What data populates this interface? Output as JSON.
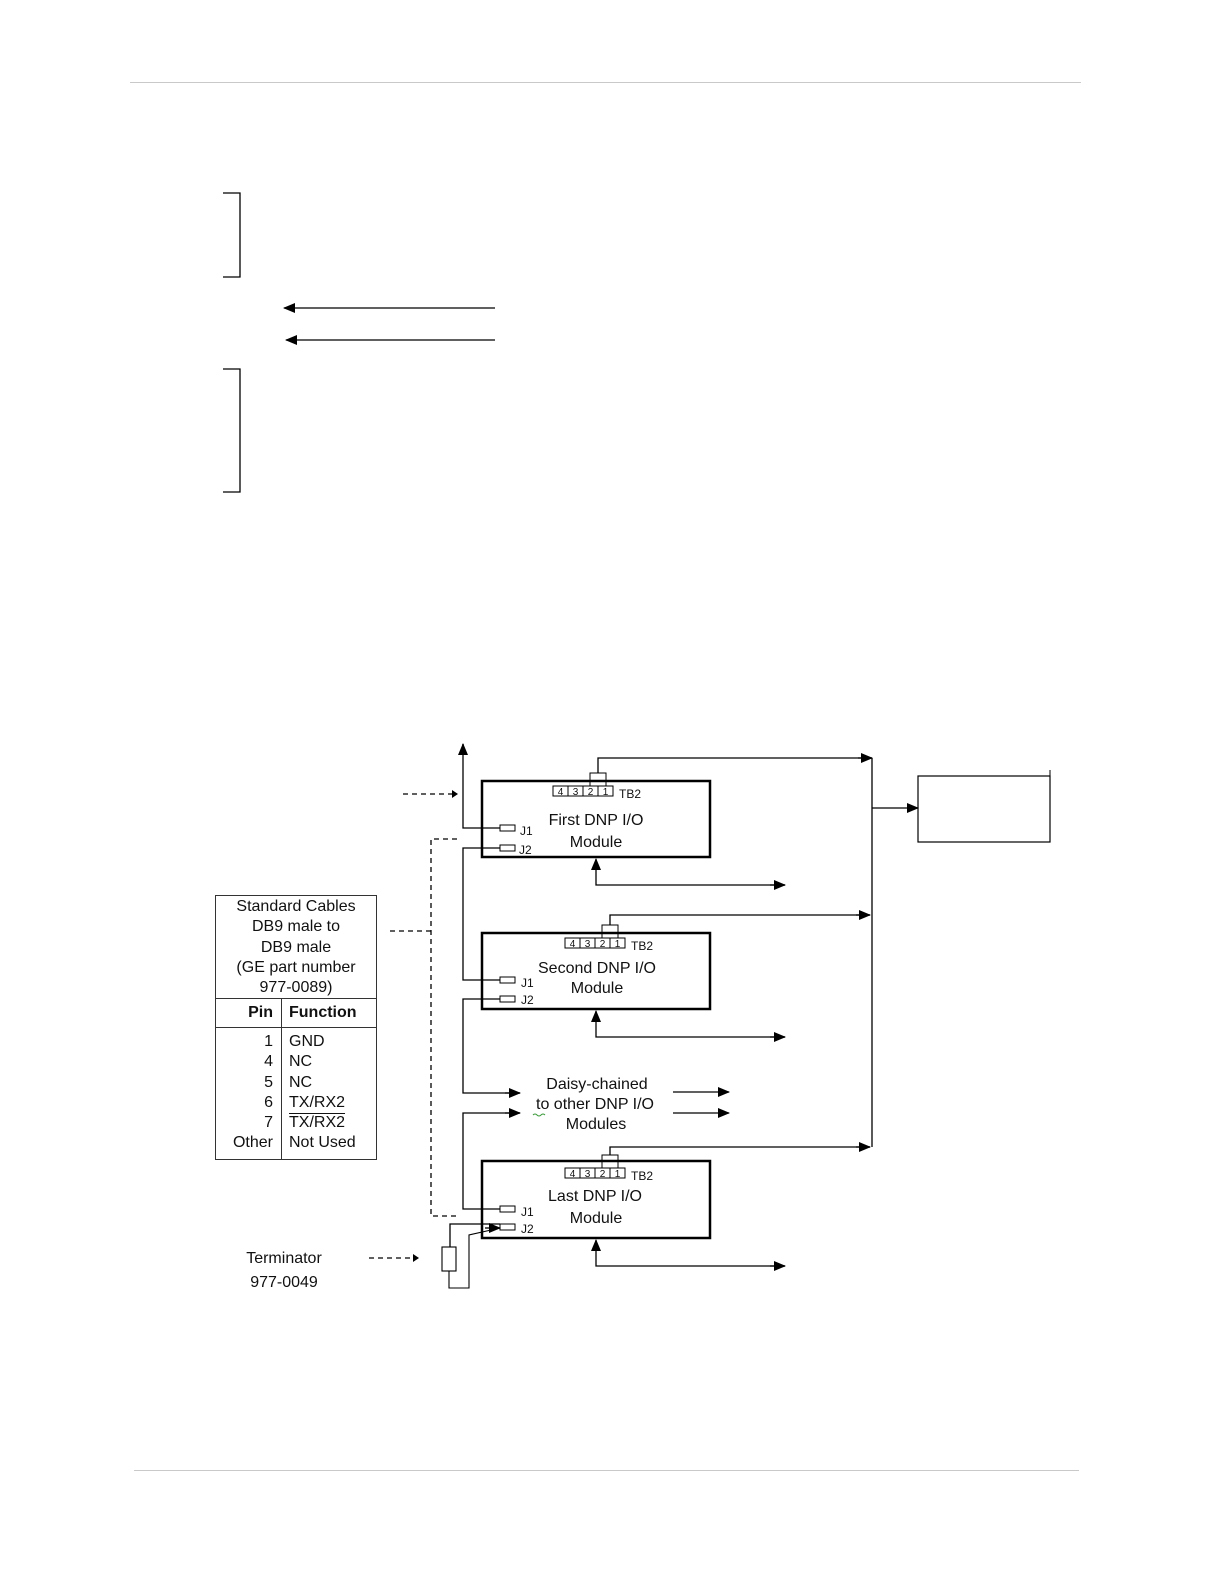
{
  "diagram": {
    "modules": [
      {
        "name_line1": "First DNP I/O",
        "name_line2": "Module",
        "terminal": "TB2",
        "pins": [
          "4",
          "3",
          "2",
          "1"
        ],
        "port_j1": "J1",
        "port_j2": "J2"
      },
      {
        "name_line1": "Second DNP I/O",
        "name_line2": "Module",
        "terminal": "TB2",
        "pins": [
          "4",
          "3",
          "2",
          "1"
        ],
        "port_j1": "J1",
        "port_j2": "J2"
      },
      {
        "name_line1": "Last DNP I/O",
        "name_line2": "Module",
        "terminal": "TB2",
        "pins": [
          "4",
          "3",
          "2",
          "1"
        ],
        "port_j1": "J1",
        "port_j2": "J2"
      }
    ],
    "daisy_chain": {
      "line1": "Daisy-chained",
      "line2": "to other DNP I/O",
      "line3": "Modules"
    },
    "terminator": {
      "label": "Terminator",
      "part": "977-0049"
    },
    "cable_table": {
      "header_lines": [
        "Standard Cables",
        "DB9 male to",
        "DB9 male",
        "(GE part number",
        "977-0089)"
      ],
      "col_pin": "Pin",
      "col_function": "Function",
      "rows": [
        {
          "pin": "1",
          "function": "GND",
          "overline": false
        },
        {
          "pin": "4",
          "function": "NC",
          "overline": false
        },
        {
          "pin": "5",
          "function": "NC",
          "overline": false
        },
        {
          "pin": "6",
          "function": "TX/RX2",
          "overline": false
        },
        {
          "pin": "7",
          "function": "TX/RX2",
          "overline": true
        },
        {
          "pin": "Other",
          "function": "Not Used",
          "overline": false
        }
      ]
    }
  }
}
